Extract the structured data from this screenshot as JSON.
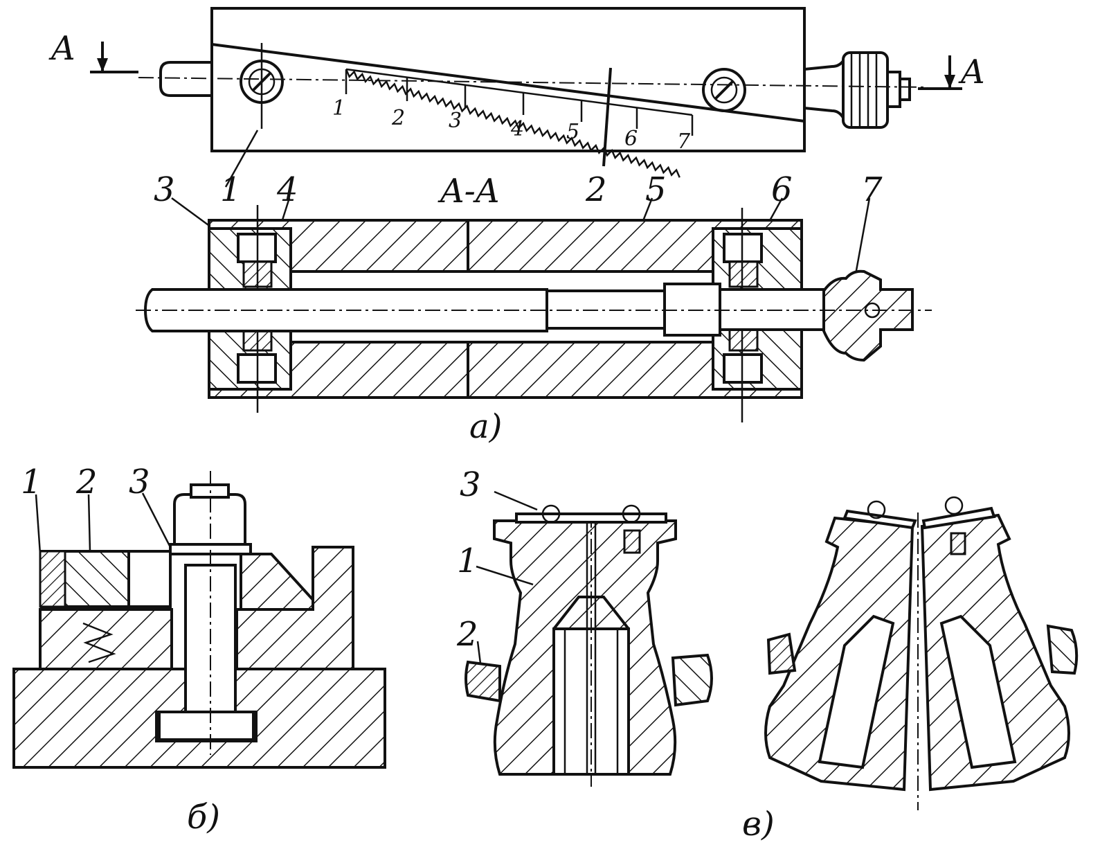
{
  "figure": {
    "view_a": {
      "section_mark": "A",
      "section_title": "A-A",
      "scale_ticks": [
        "1",
        "2",
        "3",
        "4",
        "5",
        "6",
        "7"
      ],
      "part_labels": [
        "1",
        "2",
        "3",
        "4",
        "5",
        "6",
        "7"
      ],
      "caption": "а)"
    },
    "view_b": {
      "part_labels": [
        "1",
        "2",
        "3"
      ],
      "caption": "б)"
    },
    "view_c": {
      "part_labels": [
        "3",
        "1",
        "2"
      ],
      "caption": "в)"
    }
  }
}
